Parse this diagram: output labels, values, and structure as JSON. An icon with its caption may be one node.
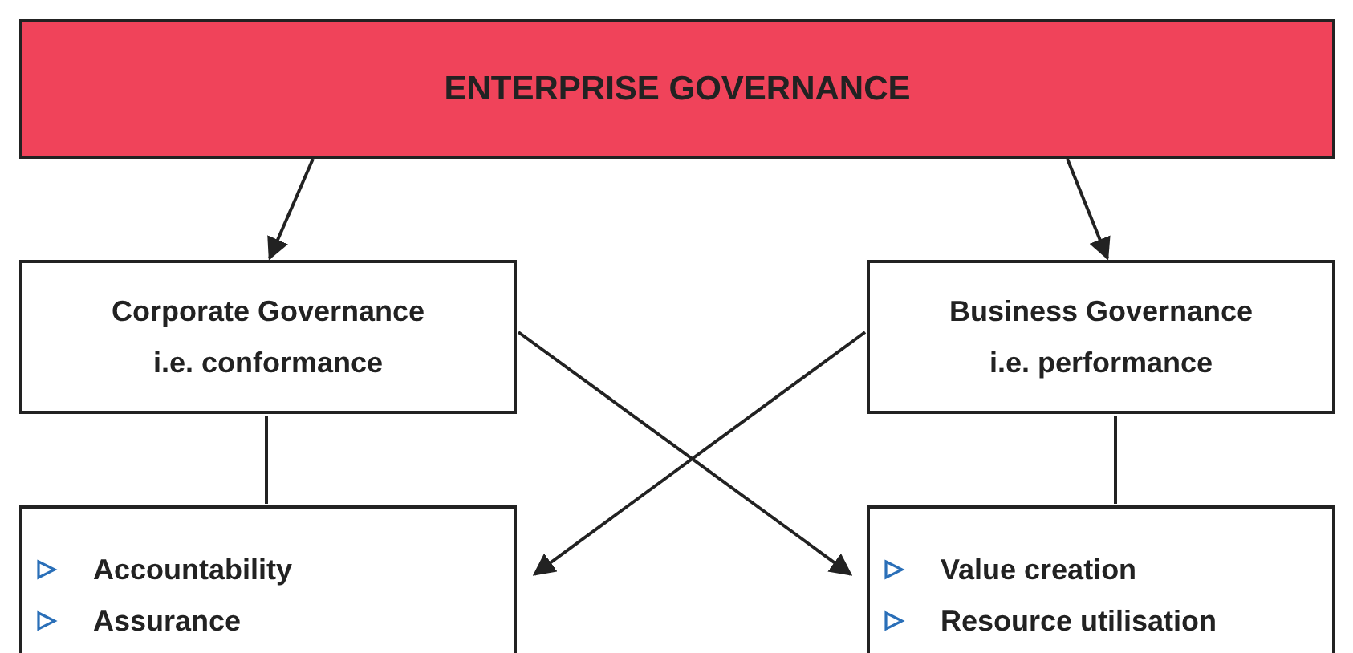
{
  "diagram": {
    "nodes": [
      {
        "text": [
          "ENTERPRISE GOVERNANCE"
        ]
      },
      {
        "text": [
          "Corporate Governance",
          "i.e. conformance"
        ]
      },
      {
        "text": [
          "Business Governance",
          "i.e. performance"
        ]
      },
      {
        "text": [
          "Accountability",
          "Assurance"
        ]
      },
      {
        "text": [
          "Value creation",
          "Resource utilisation"
        ]
      }
    ],
    "edges": [
      {
        "from": 0,
        "to": 1,
        "arrow": "to"
      },
      {
        "from": 0,
        "to": 2,
        "arrow": "to"
      },
      {
        "from": 1,
        "to": 3,
        "arrow": "none"
      },
      {
        "from": 2,
        "to": 4,
        "arrow": "none"
      },
      {
        "from": 1,
        "to": 4,
        "arrow": "to"
      },
      {
        "from": 2,
        "to": 3,
        "arrow": "to"
      }
    ]
  }
}
